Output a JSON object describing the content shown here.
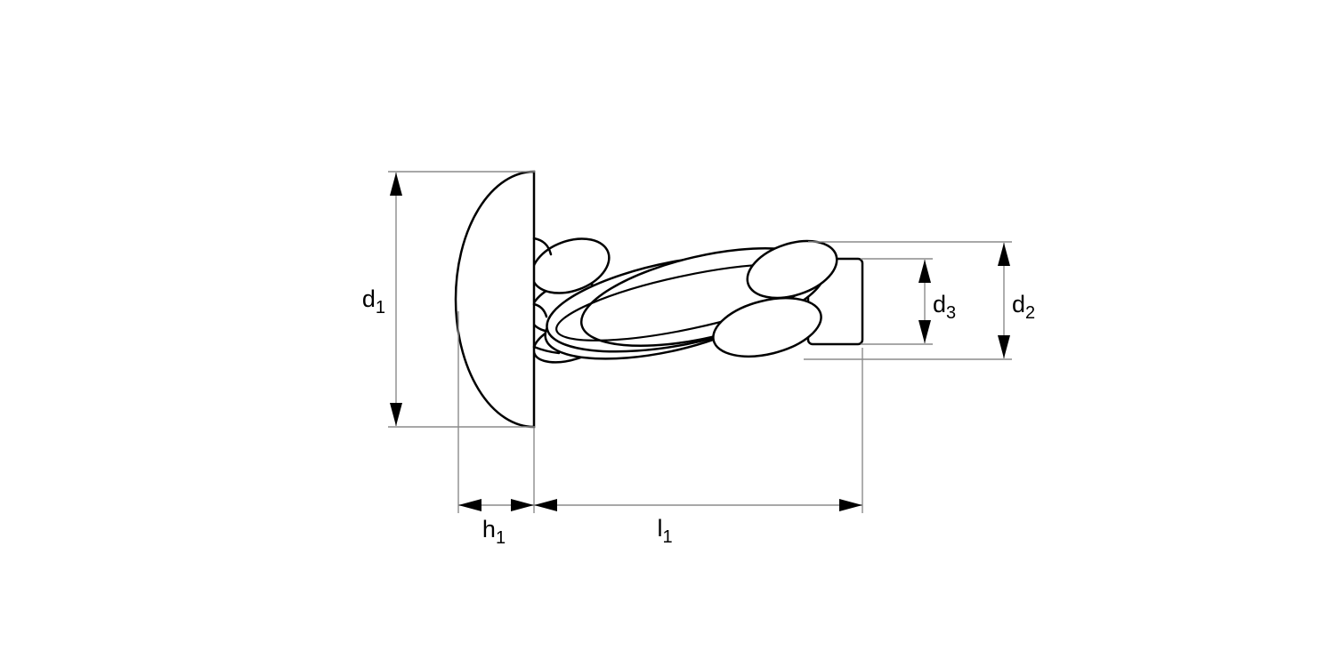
{
  "dimension_labels": {
    "d1": {
      "main": "d",
      "sub": "1"
    },
    "h1": {
      "main": "h",
      "sub": "1"
    },
    "l1": {
      "main": "l",
      "sub": "1"
    },
    "d3": {
      "main": "d",
      "sub": "3"
    },
    "d2": {
      "main": "d",
      "sub": "2"
    }
  },
  "colors": {
    "object_line": "#000000",
    "dimension_line": "#8c8c8c",
    "arrowhead": "#000000",
    "background": "#ffffff"
  }
}
